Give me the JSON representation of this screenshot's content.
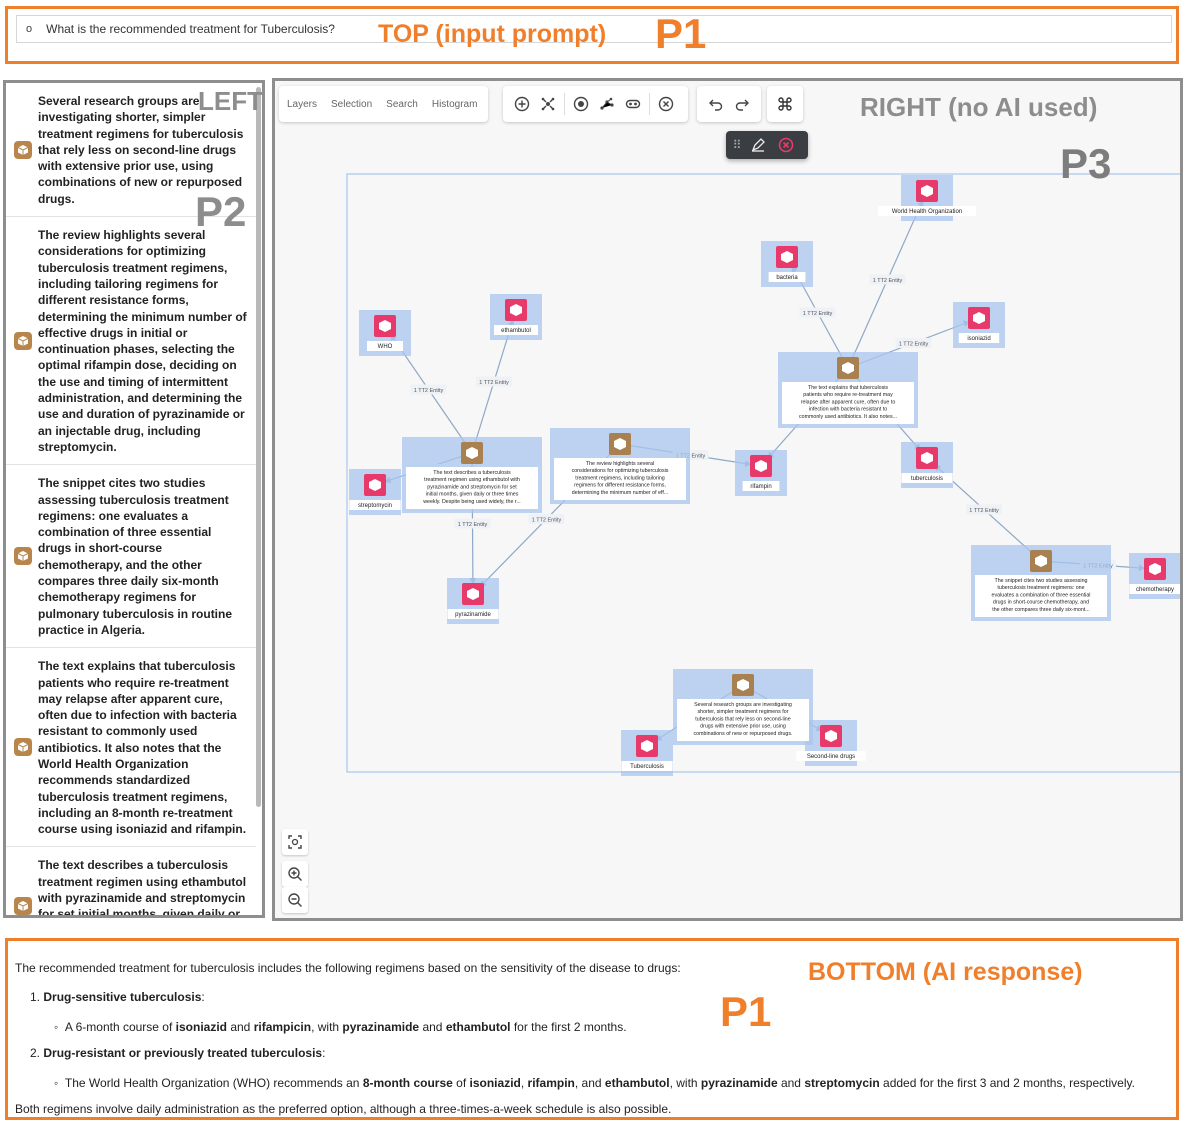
{
  "annotations": {
    "top_note": "TOP (input prompt)",
    "p1": "P1",
    "left_note": "LEFT",
    "p2": "P2",
    "right_note": "RIGHT (no AI used)",
    "p3": "P3",
    "bottom_note": "BOTTOM (AI response)"
  },
  "prompt": {
    "bullet": "o",
    "text": "What is the recommended treatment for Tuberculosis?"
  },
  "left_items": [
    "Several research groups are investigating shorter, simpler treatment regimens for tuberculosis that rely less on second-line drugs with extensive prior use, using combinations of new or repurposed drugs.",
    "The review highlights several considerations for optimizing tuberculosis treatment regimens, including tailoring regimens for different resistance forms, determining the minimum number of effective drugs in initial or continuation phases, selecting the optimal rifampin dose, deciding on the use and timing of intermittent administration, and determining the use and duration of pyrazinamide or an injectable drug, including streptomycin.",
    "The snippet cites two studies assessing tuberculosis treatment regimens: one evaluates a combination of three essential drugs in short-course chemotherapy, and the other compares three daily six-month chemotherapy regimens for pulmonary tuberculosis in routine practice in Algeria.",
    "The text explains that tuberculosis patients who require re-treatment may relapse after apparent cure, often due to infection with bacteria resistant to commonly used antibiotics. It also notes that the World Health Organization recommends standardized tuberculosis treatment regimens, including an 8-month re-treatment course using isoniazid and rifampin.",
    "The text describes a tuberculosis treatment regimen using ethambutol with pyrazinamide and streptomycin for set initial months, given daily or three times weekly. Despite being used widely, the regimen"
  ],
  "toolbar": {
    "tabs": [
      "Layers",
      "Selection",
      "Search",
      "Histogram"
    ]
  },
  "graph": {
    "edge_label": "1 TT2 Entity",
    "entities": [
      {
        "id": "who",
        "label": "WHO"
      },
      {
        "id": "ethambutol",
        "label": "ethambutol"
      },
      {
        "id": "streptomycin",
        "label": "streptomycin"
      },
      {
        "id": "pyrazinamide",
        "label": "pyrazinamide"
      },
      {
        "id": "rifampin",
        "label": "rifampin"
      },
      {
        "id": "bacteria",
        "label": "bacteria"
      },
      {
        "id": "wholong",
        "label": "World Health Organization"
      },
      {
        "id": "isoniazid",
        "label": "isoniazid"
      },
      {
        "id": "tuberculosis",
        "label": "tuberculosis"
      },
      {
        "id": "chemotherapy",
        "label": "chemotherapy"
      },
      {
        "id": "tuberculosis_cap",
        "label": "Tuberculosis"
      },
      {
        "id": "second_line",
        "label": "Second-line drugs"
      }
    ],
    "documents": [
      {
        "id": "d1",
        "lines": [
          "The text describes a tuberculosis",
          "treatment regimen using ethambutol with",
          "pyrazinamide and streptomycin for set",
          "initial months, given daily or three times",
          "weekly. Despite being used widely, the r..."
        ]
      },
      {
        "id": "d2",
        "lines": [
          "The review highlights several",
          "considerations for optimizing tuberculosis",
          "treatment regimens, including tailoring",
          "regimens for different resistance forms,",
          "determining the minimum number of eff..."
        ]
      },
      {
        "id": "d3",
        "lines": [
          "The text explains that tuberculosis",
          "patients who require re-treatment may",
          "relapse after apparent cure, often due to",
          "infection with bacteria resistant to",
          "commonly used antibiotics. It also notes..."
        ]
      },
      {
        "id": "d4",
        "lines": [
          "The snippet cites two studies assessing",
          "tuberculosis treatment regimens: one",
          "evaluates a combination of three essential",
          "drugs in short-course chemotherapy, and",
          "the other compares three daily six-mont..."
        ]
      },
      {
        "id": "d5",
        "lines": [
          "Several research groups are investigating",
          "shorter, simpler treatment regimens for",
          "tuberculosis that rely less on second-line",
          "drugs with extensive prior use, using",
          "combinations of new or repurposed drugs."
        ]
      }
    ]
  },
  "response": {
    "intro": "The recommended treatment for tuberculosis includes the following regimens based on the sensitivity of the disease to drugs:",
    "item1_num": "1.",
    "item1_title": "Drug-sensitive tuberculosis",
    "item1_colon": ":",
    "item1_bullet": {
      "t1": "A 6-month course of ",
      "b1": "isoniazid",
      "t2": " and ",
      "b2": "rifampicin",
      "t3": ", with ",
      "b3": "pyrazinamide",
      "t4": " and ",
      "b4": "ethambutol",
      "t5": " for the first 2 months."
    },
    "item2_num": "2.",
    "item2_title": "Drug-resistant or previously treated tuberculosis",
    "item2_colon": ":",
    "item2_bullet": {
      "t1": "The World Health Organization (WHO) recommends an ",
      "b1": "8-month course",
      "t2": " of ",
      "b2": "isoniazid",
      "t3": ", ",
      "b3": "rifampin",
      "t4": ", and ",
      "b4": "ethambutol",
      "t5": ", with ",
      "b5": "pyrazinamide",
      "t6": " and ",
      "b6": "streptomycin",
      "t7": " added for the first 3 and 2 months, respectively."
    },
    "closing": "Both regimens involve daily administration as the preferred option, although a three-times-a-week schedule is also possible."
  },
  "colors": {
    "accent_orange": "#f07f2c",
    "entity_pink": "#e8396b",
    "document_brown": "#a9804f",
    "node_highlight": "#a9c6ee"
  }
}
